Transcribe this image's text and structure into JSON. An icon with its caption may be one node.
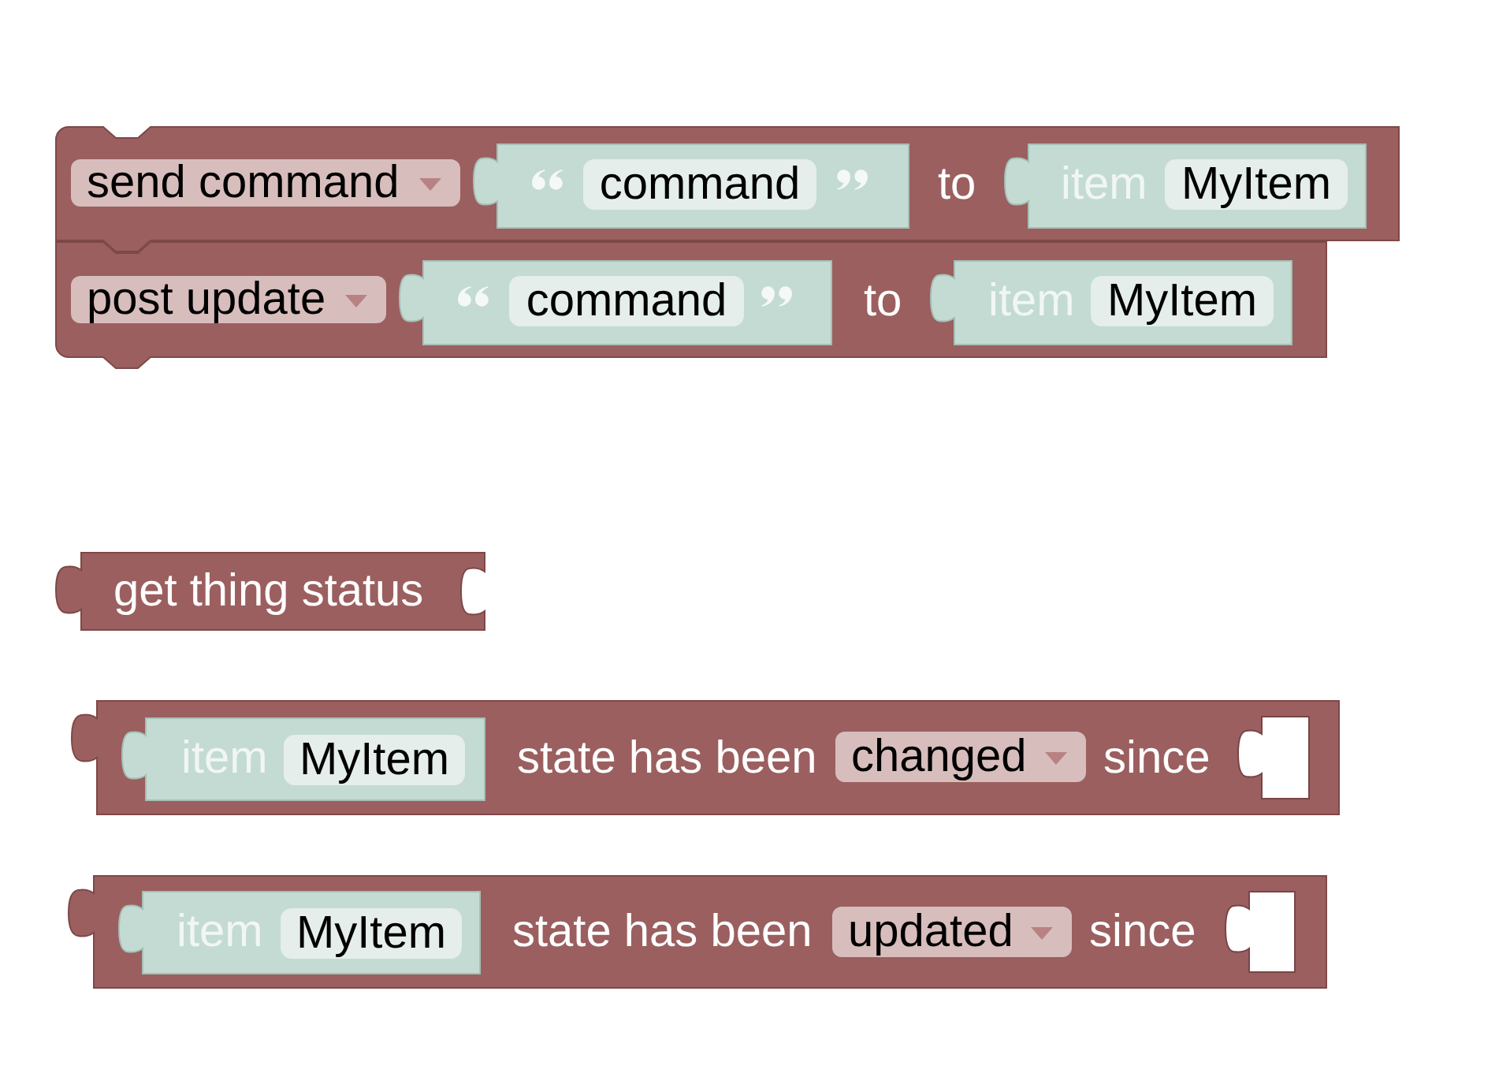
{
  "diagram": {
    "nodes": [
      {
        "text": [
          "to"
        ]
      },
      {
        "text": [
          "send command"
        ],
        "in": 0
      },
      {
        "text": [],
        "shape": "box",
        "in": 0
      },
      {
        "text": [
          "command"
        ],
        "in": 2
      },
      {
        "text": [
          "item"
        ],
        "in": 0
      },
      {
        "text": [
          "MyItem"
        ],
        "in": 4
      },
      {
        "text": [
          "to"
        ]
      },
      {
        "text": [
          "post update"
        ],
        "in": 6
      },
      {
        "text": [],
        "shape": "box",
        "in": 6
      },
      {
        "text": [
          "command"
        ],
        "in": 8
      },
      {
        "text": [
          "item"
        ],
        "in": 6
      },
      {
        "text": [
          "MyItem"
        ],
        "in": 10
      },
      {
        "text": [
          "get thing status"
        ]
      },
      {
        "text": [
          "state has been",
          "since"
        ]
      },
      {
        "text": [
          "item"
        ],
        "in": 13
      },
      {
        "text": [
          "MyItem"
        ],
        "in": 14
      },
      {
        "text": [
          "changed"
        ],
        "in": 13
      },
      {
        "text": [
          "state has been",
          "since"
        ]
      },
      {
        "text": [
          "item"
        ],
        "in": 17
      },
      {
        "text": [
          "MyItem"
        ],
        "in": 18
      },
      {
        "text": [
          "updated"
        ],
        "in": 17
      }
    ]
  }
}
